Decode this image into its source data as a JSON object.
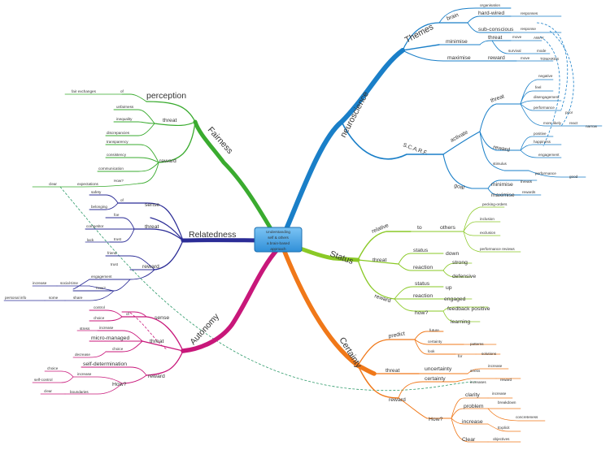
{
  "center": {
    "lines": [
      "Understanding",
      "self & others",
      "a brain-based",
      "approach"
    ]
  },
  "colors": {
    "neuroscience": "#1a7fc8",
    "status": "#8ac926",
    "certainty": "#f07819",
    "autonomy": "#c8177a",
    "relatedness": "#2b2c96",
    "fairness": "#3aab2f",
    "dashed": "#2e9a6a"
  },
  "branches": {
    "neuroscience": {
      "label": "neuroscience",
      "themes": "Themes",
      "brain": "brain",
      "organisation": "organisation",
      "hardwired": "hard-wired",
      "responses": "responses",
      "subconscious": "sub-conscious",
      "response": "response",
      "minimise": "minimise",
      "threat": "threat",
      "move": "move",
      "away": "AWAY",
      "survival": "survival",
      "mode": "mode",
      "maximise": "maximise",
      "reward": "reward",
      "move2": "move",
      "towards": "TOWARDS",
      "scarf": "S.C.A.R.F.",
      "activate": "activate",
      "threat2": "threat",
      "negative": "negative",
      "feel": "feel",
      "disengagement": "disengagement",
      "performance": "performance",
      "poor": "poor",
      "more_likely": "more likely",
      "react": "react",
      "reward2": "reward",
      "positive": "positive",
      "happiness": "happiness",
      "engagement": "engagement",
      "stimulus": "stimulus",
      "performance2": "performance",
      "good": "good",
      "goal": "goal",
      "minimise2": "minimise",
      "threats": "threats",
      "maximise2": "maximise",
      "rewards": "rewards",
      "narrow": "narrow"
    },
    "status": {
      "label": "Status",
      "relative": "relative",
      "to": "to",
      "others": "others",
      "pecking": "pecking-orders",
      "inclusion": "inclusion",
      "exclusion": "exclusion",
      "perf_reviews": "performance reviews",
      "threat": "threat",
      "status": "status",
      "down": "down",
      "reaction": "reaction",
      "strong": "strong",
      "defensive": "defensive",
      "reward": "reward",
      "status2": "status",
      "up": "up",
      "reaction2": "reaction",
      "engaged": "engaged",
      "how": "how?",
      "feedback": "feedback positive",
      "learning": "learning"
    },
    "certainty": {
      "label": "Certainty",
      "predict": "predict",
      "future": "future",
      "certainty": "certainty",
      "patterns": "patterns",
      "look": "look",
      "for": "for",
      "solutions": "solutions",
      "threat": "threat",
      "uncertainty": "uncertainty",
      "stress": "stress",
      "increase": "increase",
      "reward": "reward",
      "certainty2": "certainty",
      "increases": "increases",
      "reward2": "reward",
      "how": "How?",
      "clarity": "clarity",
      "increase2": "increase",
      "problem": "problem",
      "breakdown": "breakdown",
      "concreteness": "concreteness",
      "increase3": "increase",
      "explicit": "Explicit",
      "clear": "Clear",
      "objectives": "objectives"
    },
    "autonomy": {
      "label": "Autonomy",
      "sense": "sense",
      "of": "of",
      "control": "control",
      "choice": "choice",
      "threat": "threat",
      "increase": "increase",
      "stress": "stress",
      "micromanaged": "micro-managed",
      "choice2": "choice",
      "decrease": "decrease",
      "reward": "reward",
      "selfdet": "self-determination",
      "how": "How?",
      "increase2": "increase",
      "choice3": "choice",
      "selfcontrol": "self-control",
      "boundaries": "boundaries",
      "clear": "clear"
    },
    "relatedness": {
      "label": "Relatedness",
      "sense": "sense",
      "safety": "safety",
      "of": "of",
      "belonging": "belonging",
      "threat": "threat",
      "foe": "foe",
      "competitor": "competitor",
      "lack": "lack",
      "trust": "trust",
      "reward": "reward",
      "friend": "friend",
      "trust2": "trust",
      "engagement": "engagement",
      "how": "How?",
      "social_time": "social-time",
      "increase": "increase",
      "share": "share",
      "some": "some",
      "personal_info": "personal info"
    },
    "fairness": {
      "label": "Fairness",
      "perception": "perception",
      "of": "of",
      "fair_exchanges": "fair exchanges",
      "threat": "threat",
      "unfairness": "unfairness",
      "inequality": "inequality",
      "discrepancies": "discrepancies",
      "reward": "reward",
      "transparency": "transparency",
      "consistency": "consistency",
      "communication": "communication",
      "how": "How?",
      "expectations": "expectations",
      "clear": "clear"
    }
  }
}
